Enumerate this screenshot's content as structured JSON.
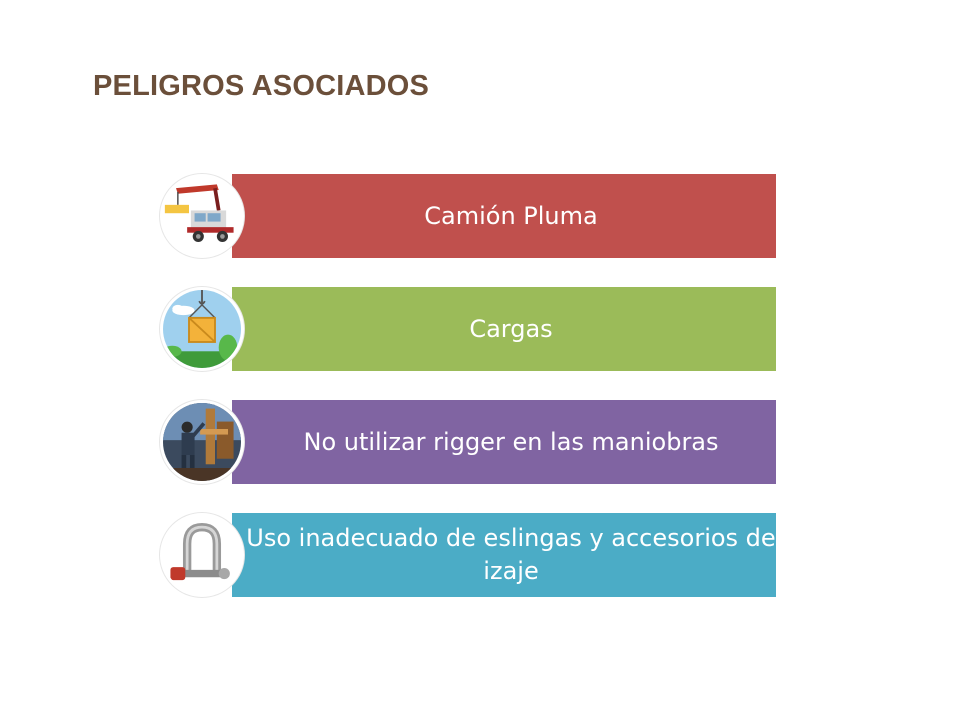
{
  "page": {
    "title": "PELIGROS ASOCIADOS"
  },
  "items": [
    {
      "label": "Camión Pluma",
      "color": "#c0504d",
      "icon": "crane-truck-icon"
    },
    {
      "label": "Cargas",
      "color": "#9bbb59",
      "icon": "hanging-crate-icon"
    },
    {
      "label": "No utilizar rigger en las maniobras",
      "color": "#8064a2",
      "icon": "rigger-worker-icon"
    },
    {
      "label": "Uso inadecuado de eslingas y accesorios de izaje",
      "color": "#4bacc6",
      "icon": "shackle-icon"
    }
  ]
}
